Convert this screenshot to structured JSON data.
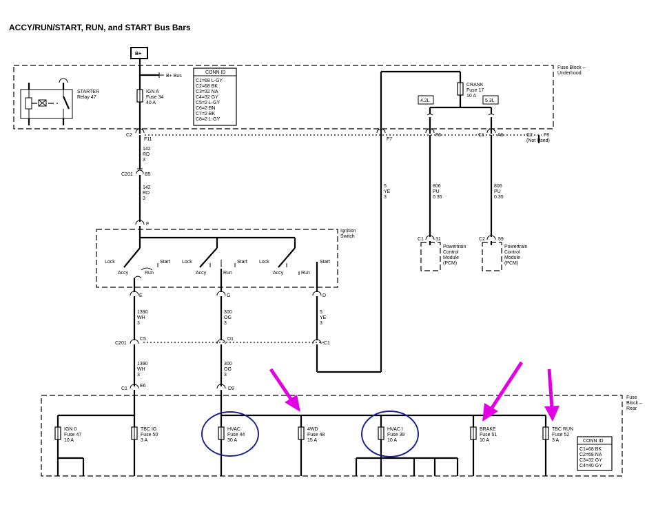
{
  "title": "ACCY/RUN/START, RUN, and START Bus Bars",
  "top_block": {
    "label_line1": "Fuse Block –",
    "label_line2": "Underhood",
    "b_plus": "B+",
    "b_plus_bus": "B+ Bus",
    "starter_relay": [
      "STARTER",
      "Relay 47"
    ],
    "ign_a_fuse": [
      "IGN A",
      "Fuse 34",
      "40 A"
    ],
    "crank_fuse": [
      "CRANK",
      "Fuse 17",
      "10 A"
    ],
    "engine_42": "4.2L",
    "engine_53": "5.3L",
    "conn_id": {
      "title": "CONN ID",
      "rows": [
        "C1=68 L-GY",
        "C2=68 BK",
        "C3=32 NA",
        "C4=32 GY",
        "C5=2 L-GY",
        "C6=2 BN",
        "C7=2 BK",
        "C8=2 L-GY"
      ]
    }
  },
  "connectors": {
    "c2": "C2",
    "f11": "F11",
    "f7": "F7",
    "f6": "F6",
    "c1": "C1",
    "a6": "A6",
    "c2b": "C2",
    "f6b": "F6",
    "not_used": "(Not Used)",
    "c201": "C201",
    "b5": "B5",
    "f": "F",
    "e": "E",
    "g": "G",
    "d": "D",
    "c201b": "C201",
    "c5": "C5",
    "d1": "D1",
    "c1b": "C1",
    "c1c": "C1",
    "e6": "E6",
    "d9": "D9",
    "pcm_c1": "C1",
    "pcm_31": "31",
    "pcm_c2": "C2",
    "pcm_59": "59"
  },
  "wires": {
    "w1": [
      "142",
      "RD",
      "3"
    ],
    "w2": [
      "142",
      "RD",
      "3"
    ],
    "w3": [
      "5",
      "YE",
      "3"
    ],
    "w4": [
      "806",
      "PU",
      "0.35"
    ],
    "w5": [
      "806",
      "PU",
      "0.35"
    ],
    "w6": [
      "1390",
      "WH",
      "3"
    ],
    "w7": [
      "300",
      "OG",
      "3"
    ],
    "w8": [
      "5",
      "YE",
      "3"
    ],
    "w9": [
      "1390",
      "WH",
      "3"
    ],
    "w10": [
      "300",
      "OG",
      "3"
    ]
  },
  "pcm": [
    "Powertrain",
    "Control",
    "Module",
    "(PCM)"
  ],
  "ignition_switch": {
    "label": [
      "Ignition",
      "Switch"
    ],
    "lock": "Lock",
    "start": "Start",
    "accy": "Accy",
    "run": "Run"
  },
  "rear_block": {
    "label": [
      "Fuse",
      "Block –",
      "Rear"
    ],
    "fuses": [
      [
        "IGN 0",
        "Fuse 47",
        "10 A"
      ],
      [
        "TBC IG",
        "Fuse 50",
        "3 A"
      ],
      [
        "HVAC",
        "Fuse 44",
        "30 A"
      ],
      [
        "4WD",
        "Fuse 48",
        "15 A"
      ],
      [
        "HVAC I",
        "Fuse 39",
        "10 A"
      ],
      [
        "BRAKE",
        "Fuse 51",
        "10 A"
      ],
      [
        "TBC RUN",
        "Fuse 52",
        "3 A"
      ]
    ],
    "conn_id": {
      "title": "CONN ID",
      "rows": [
        "C1=68 BK",
        "C2=68 NA",
        "C3=32 GY",
        "C4=40 GY"
      ]
    }
  },
  "colors": {
    "annotation_arrow": "#e100e1",
    "annotation_circle": "#1a1f8f",
    "wire": "#000000"
  }
}
